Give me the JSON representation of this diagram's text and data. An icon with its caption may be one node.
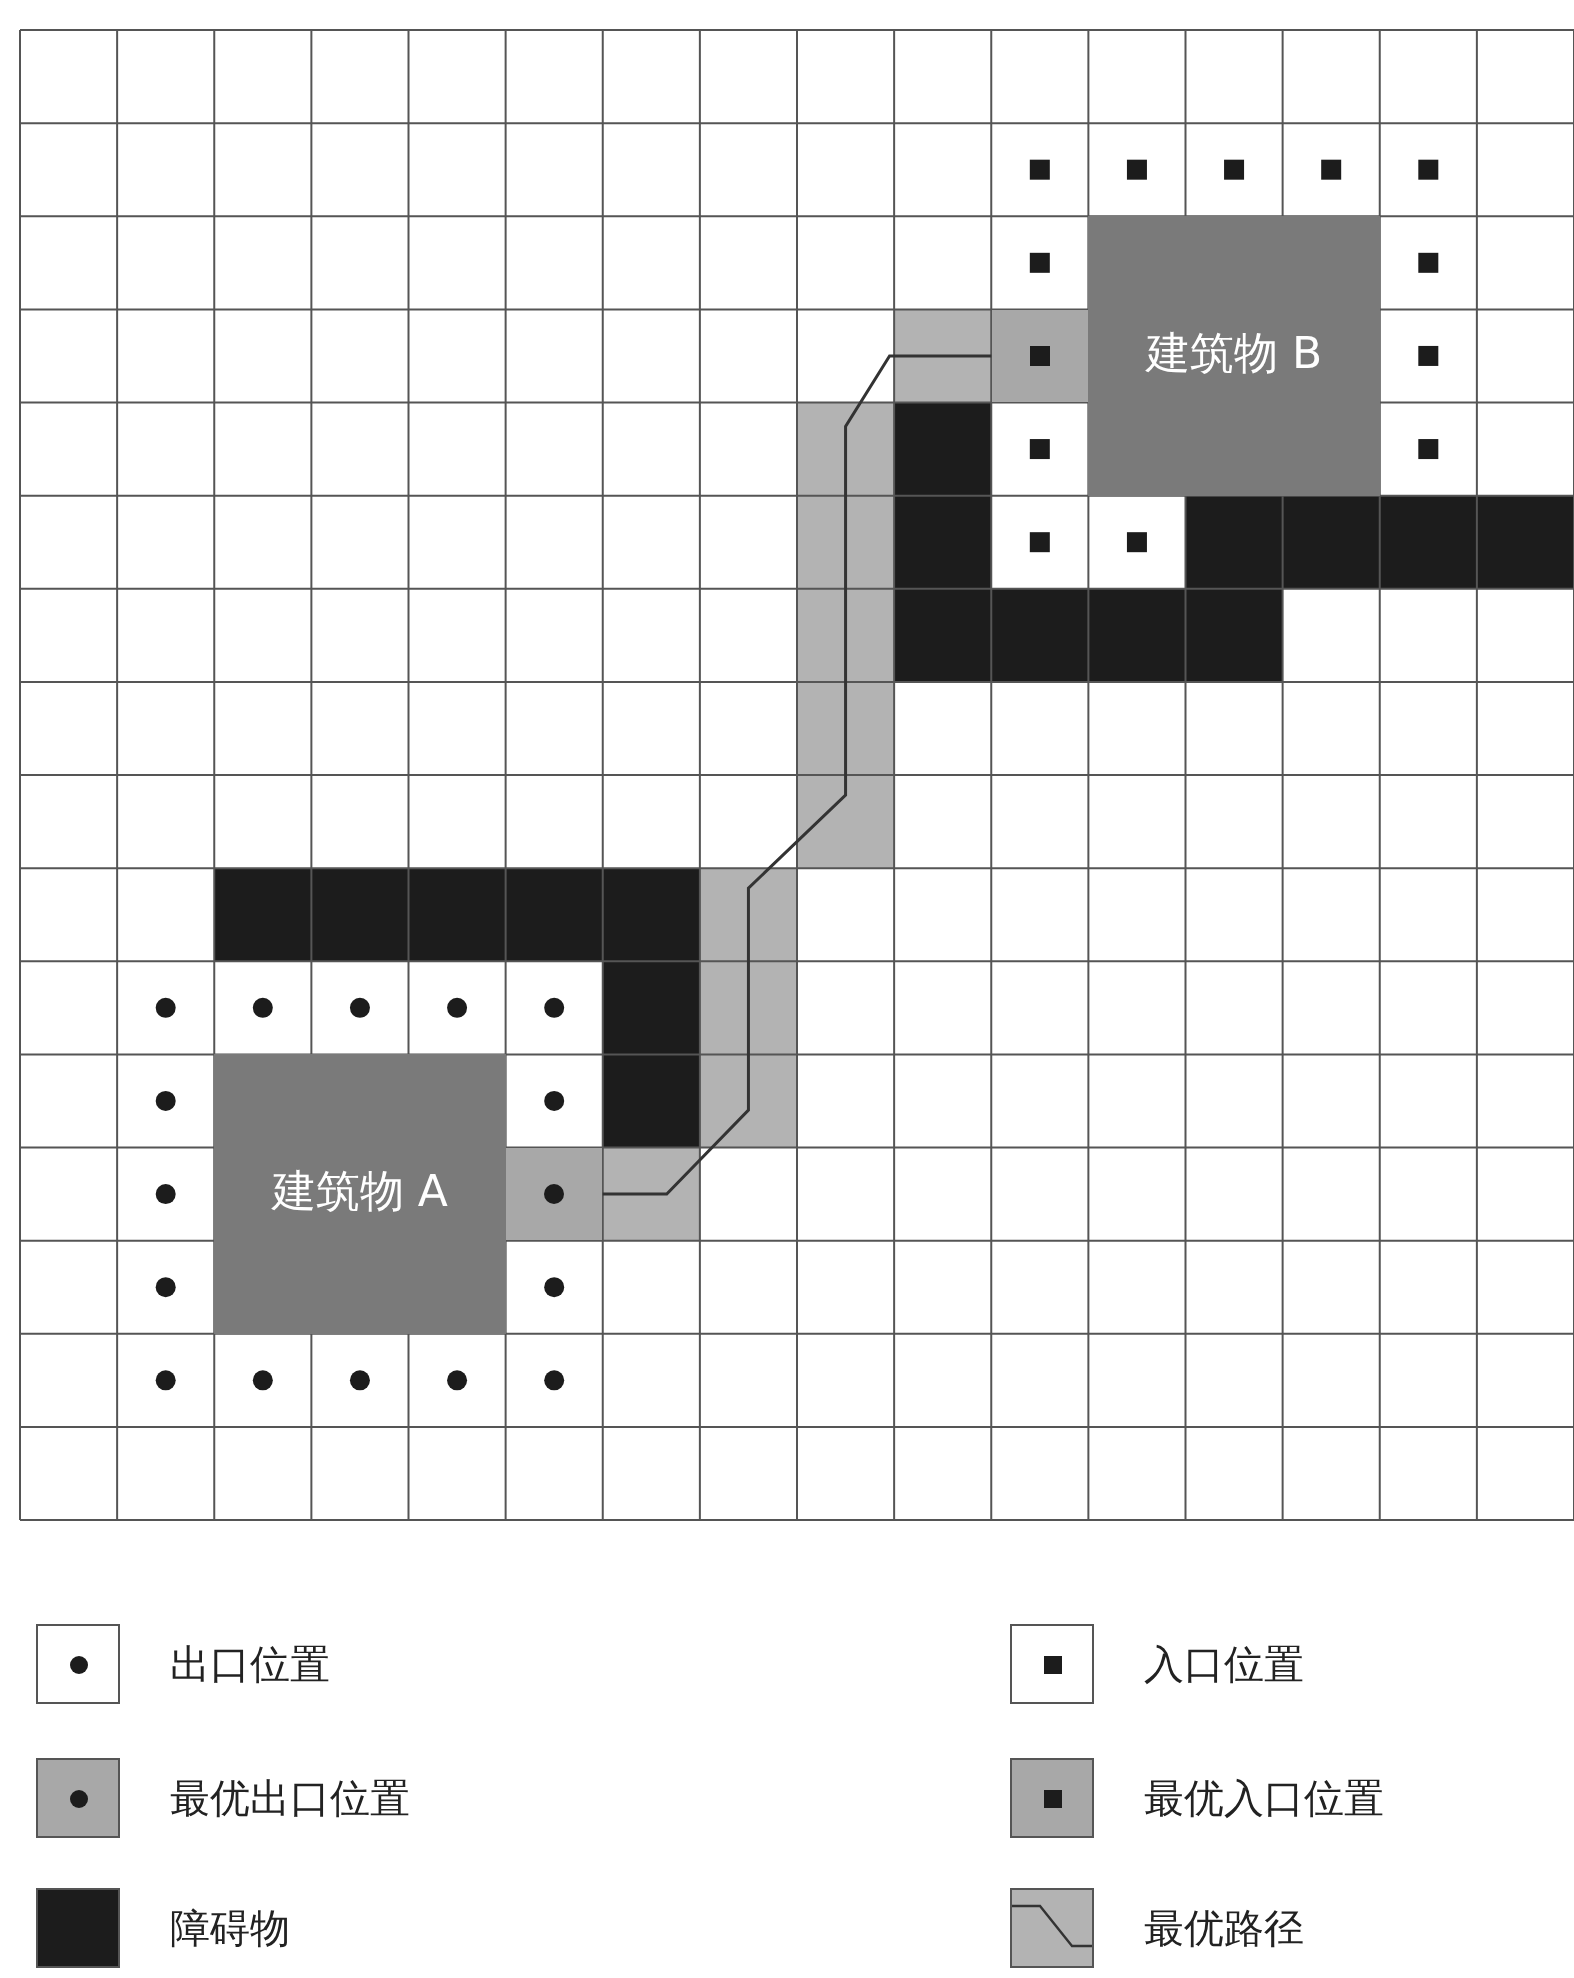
{
  "diagram": {
    "nodes": [
      {
        "text": [
          "建筑物 A"
        ]
      },
      {
        "text": [
          "建筑物 B"
        ]
      },
      {
        "text": [],
        "shape": "box"
      },
      {
        "text": [],
        "shape": "box"
      }
    ],
    "edges": [
      {
        "from": 2,
        "to": 3,
        "arrow": "none"
      }
    ],
    "legend": [
      {
        "text": "出口位置"
      },
      {
        "text": "入口位置"
      },
      {
        "text": "最优出口位置"
      },
      {
        "text": "最优入口位置"
      },
      {
        "text": "障碍物",
        "color": "#1c1c1c"
      },
      {
        "text": "最优路径"
      }
    ]
  }
}
